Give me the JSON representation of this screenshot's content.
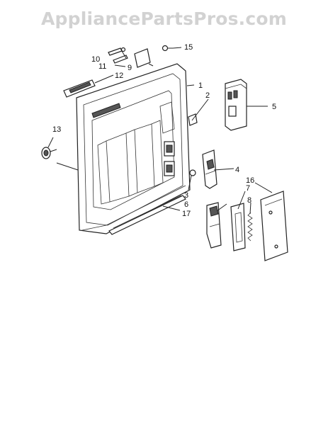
{
  "watermark": "AppliancePartsPros.com",
  "colors": {
    "watermark": "#d2d2d2",
    "ink": "#222222",
    "background": "#ffffff"
  },
  "callouts": [
    {
      "id": "1",
      "label": "1"
    },
    {
      "id": "2",
      "label": "2"
    },
    {
      "id": "3",
      "label": "3"
    },
    {
      "id": "4",
      "label": "4"
    },
    {
      "id": "5",
      "label": "5"
    },
    {
      "id": "6",
      "label": "6"
    },
    {
      "id": "7",
      "label": "7"
    },
    {
      "id": "8",
      "label": "8"
    },
    {
      "id": "9",
      "label": "9"
    },
    {
      "id": "10",
      "label": "10"
    },
    {
      "id": "11",
      "label": "11"
    },
    {
      "id": "12",
      "label": "12"
    },
    {
      "id": "13",
      "label": "13"
    },
    {
      "id": "15",
      "label": "15"
    },
    {
      "id": "16",
      "label": "16"
    },
    {
      "id": "17",
      "label": "17"
    }
  ]
}
